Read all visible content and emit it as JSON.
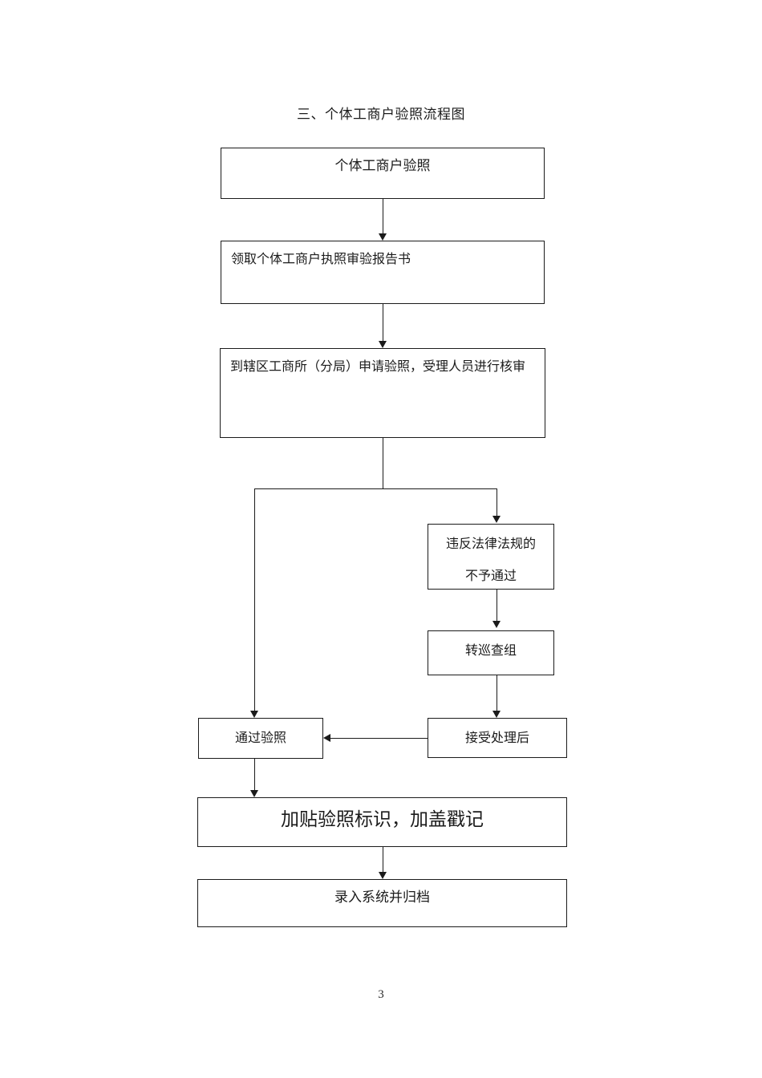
{
  "document": {
    "title": "三、个体工商户验照流程图",
    "page_number": "3"
  },
  "flowchart": {
    "type": "flowchart",
    "orientation": "top-to-bottom",
    "nodes": [
      {
        "id": "n1",
        "label": "个体工商户验照"
      },
      {
        "id": "n2",
        "label": "领取个体工商户执照审验报告书"
      },
      {
        "id": "n3",
        "label": "到辖区工商所（分局）申请验照，受理人员进行核审"
      },
      {
        "id": "n4",
        "label_line1": "违反法律法规的",
        "label_line2": "不予通过"
      },
      {
        "id": "n5",
        "label": "转巡查组"
      },
      {
        "id": "n6",
        "label": "接受处理后"
      },
      {
        "id": "n7",
        "label": "通过验照"
      },
      {
        "id": "n8",
        "label": "加贴验照标识，加盖戳记"
      },
      {
        "id": "n9",
        "label": "录入系统并归档"
      }
    ],
    "edges": [
      {
        "from": "n1",
        "to": "n2"
      },
      {
        "from": "n2",
        "to": "n3"
      },
      {
        "from": "n3",
        "to": "n4"
      },
      {
        "from": "n3",
        "to": "n7"
      },
      {
        "from": "n4",
        "to": "n5"
      },
      {
        "from": "n5",
        "to": "n6"
      },
      {
        "from": "n6",
        "to": "n7"
      },
      {
        "from": "n7",
        "to": "n8"
      },
      {
        "from": "n8",
        "to": "n9"
      }
    ],
    "colors": {
      "stroke": "#1b1b1b",
      "fill": "#ffffff",
      "text": "#1b1b1b"
    }
  }
}
